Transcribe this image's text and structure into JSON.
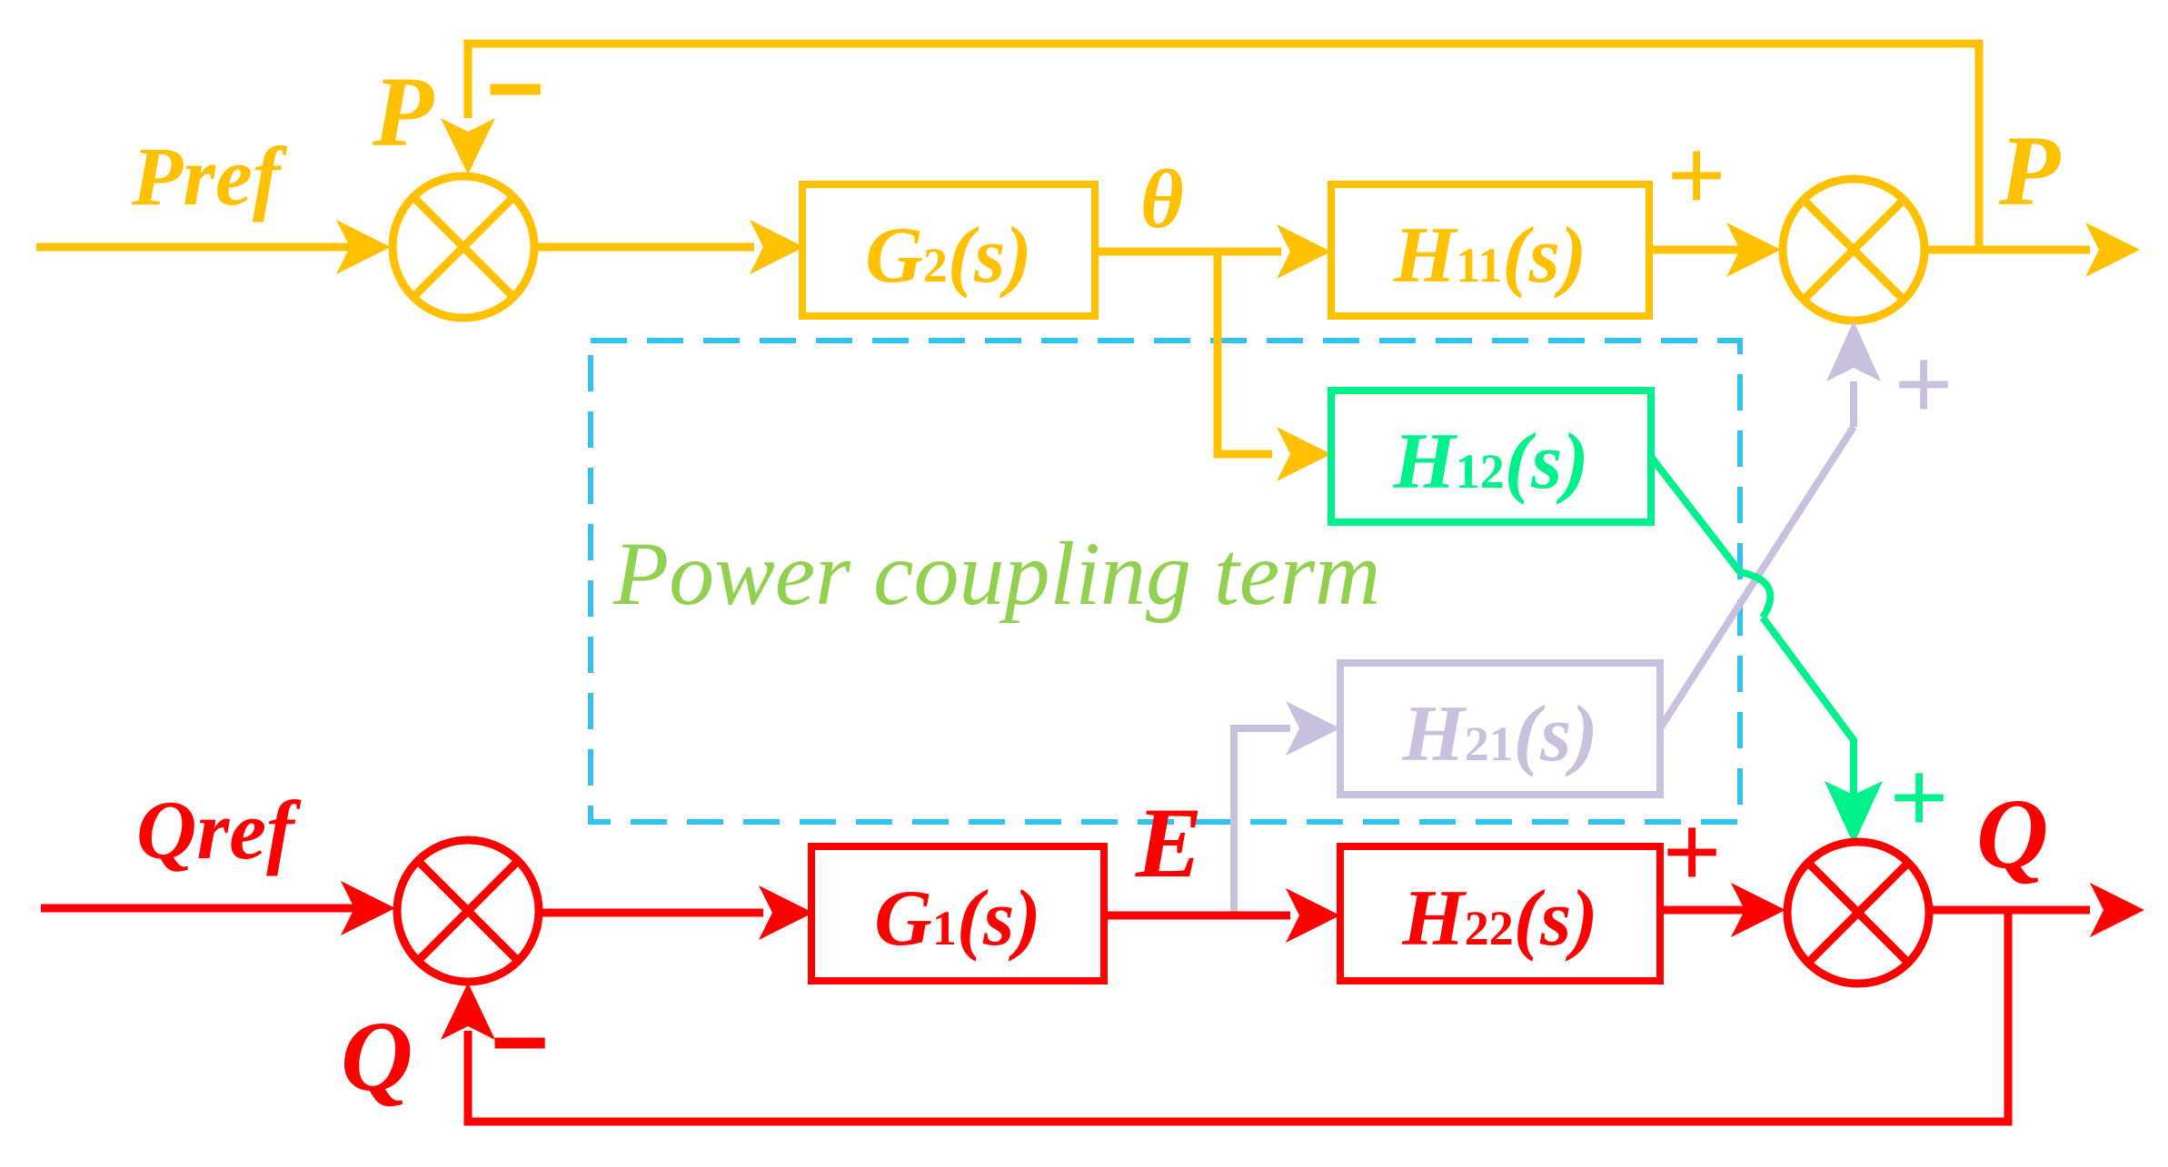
{
  "colors": {
    "power_loop": "#FFC000",
    "reactive_loop": "#FF0000",
    "coupling_h12": "#00F08C",
    "coupling_h21": "#C8C0DC",
    "coupling_box": "#33C2F0",
    "coupling_text": "#92D050"
  },
  "inputs": {
    "pref": "Pref",
    "qref": "Qref"
  },
  "outputs": {
    "p": "P",
    "q": "Q"
  },
  "feedback": {
    "p": "P",
    "q": "Q",
    "p_sign": "−",
    "q_sign": "−"
  },
  "intermediate": {
    "theta": "θ",
    "e": "E"
  },
  "blocks": {
    "g2": {
      "name": "G",
      "sub": "2",
      "arg": "(s)"
    },
    "g1": {
      "name": "G",
      "sub": "1",
      "arg": "(s)"
    },
    "h11": {
      "name": "H",
      "sub": "11",
      "arg": "(s)"
    },
    "h12": {
      "name": "H",
      "sub": "12",
      "arg": "(s)"
    },
    "h21": {
      "name": "H",
      "sub": "21",
      "arg": "(s)"
    },
    "h22": {
      "name": "H",
      "sub": "22",
      "arg": "(s)"
    }
  },
  "signs": {
    "h11_plus": "+",
    "h21_plus": "+",
    "h12_plus": "+",
    "h22_plus": "+"
  },
  "coupling_label": "Power coupling term",
  "icons": {
    "summing_junction": "circle-x-icon",
    "arrow": "arrowhead-icon"
  }
}
